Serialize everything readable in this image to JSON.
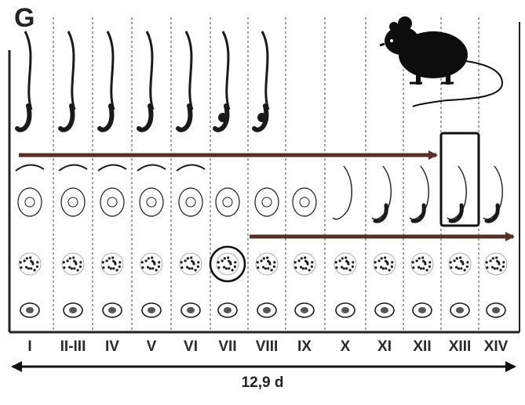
{
  "panel": {
    "letter": "G"
  },
  "stages": [
    "I",
    "II-III",
    "IV",
    "V",
    "VI",
    "VII",
    "VIII",
    "IX",
    "X",
    "XI",
    "XII",
    "XIII",
    "XIV"
  ],
  "duration": {
    "label": "12,9 d"
  },
  "icons": {
    "host": "mouse-icon"
  },
  "colors": {
    "arrow": "#5a2e22",
    "ink": "#1a1a1a",
    "box": "#111111"
  }
}
